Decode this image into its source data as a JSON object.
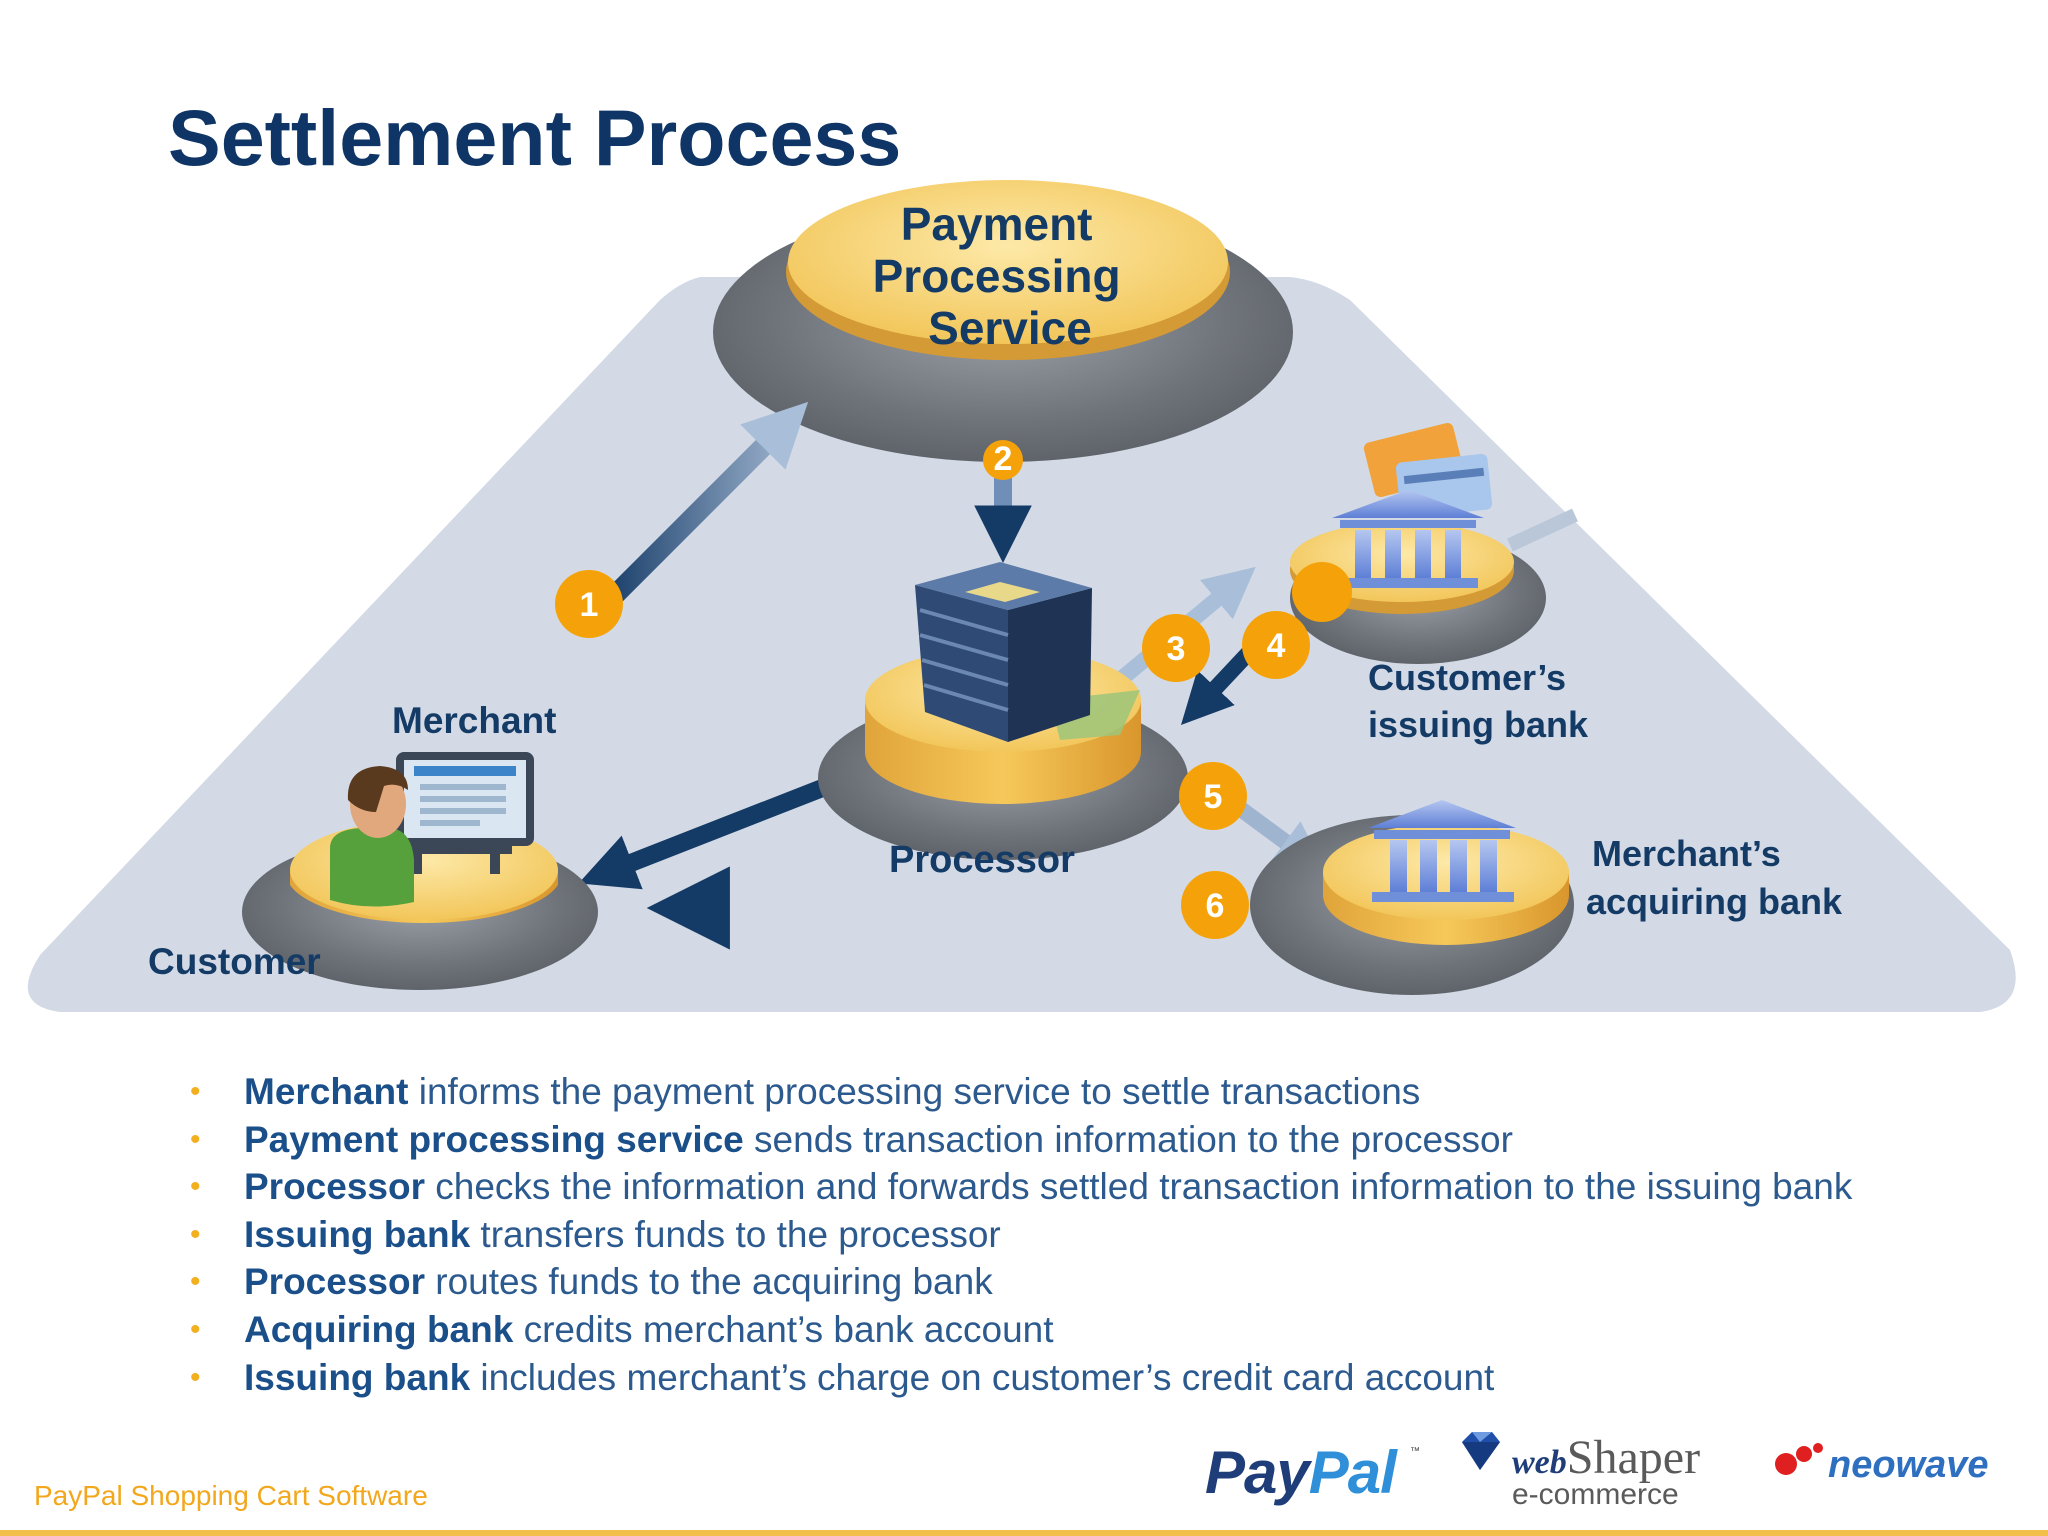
{
  "title": "Settlement Process",
  "diagram": {
    "nodes": {
      "payment_service": [
        "Payment",
        "Processing",
        "Service"
      ],
      "processor": "Processor",
      "merchant": "Merchant",
      "customer": "Customer",
      "issuing_bank": [
        "Customer’s",
        "issuing bank"
      ],
      "acquiring_bank": [
        "Merchant’s",
        "acquiring bank"
      ]
    },
    "steps": [
      "1",
      "2",
      "3",
      "4",
      "5",
      "6"
    ],
    "colors": {
      "navy": "#143a66",
      "gold": "#f2c94c",
      "orange_step": "#f5a20a",
      "platform": "#d3dae5"
    }
  },
  "bullets": [
    {
      "bold": "Merchant",
      "text": " informs the payment processing service to settle transactions"
    },
    {
      "bold": "Payment processing service",
      "text": " sends transaction information to the processor"
    },
    {
      "bold": "Processor",
      "text": " checks the information and forwards settled transaction information to the issuing bank"
    },
    {
      "bold": "Issuing bank",
      "text": " transfers funds to the processor"
    },
    {
      "bold": "Processor",
      "text": " routes funds to the acquiring bank"
    },
    {
      "bold": "Acquiring bank",
      "text": " credits merchant’s bank account"
    },
    {
      "bold": "Issuing bank",
      "text": " includes merchant’s charge on customer’s credit card account"
    }
  ],
  "footer": {
    "text": "PayPal Shopping Cart Software",
    "logo_paypal_1": "Pay",
    "logo_paypal_2": "Pal",
    "logo_paypal_tm": "™",
    "logo_webshaper_1": "web",
    "logo_webshaper_2": "Shaper",
    "logo_webshaper_sub": "e-commerce",
    "logo_neowave": "neowave"
  }
}
